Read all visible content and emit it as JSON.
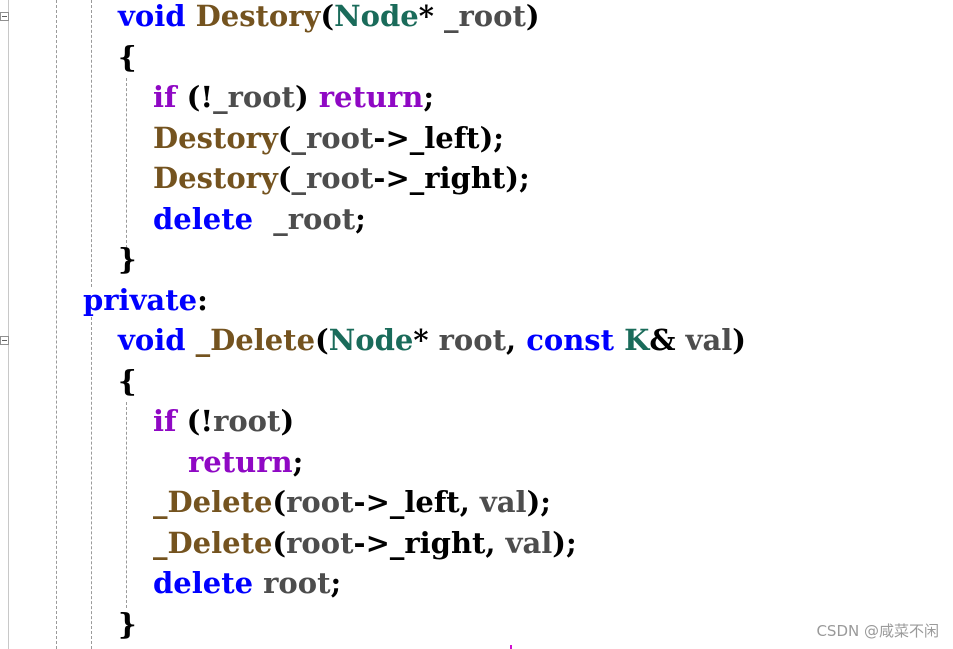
{
  "editor": {
    "lines": [
      {
        "indent": 1,
        "tokens": [
          {
            "t": "void",
            "c": "kw"
          },
          {
            "t": " "
          },
          {
            "t": "Destory",
            "c": "fn"
          },
          {
            "t": "("
          },
          {
            "t": "Node",
            "c": "tyd"
          },
          {
            "t": "* "
          },
          {
            "t": "_root",
            "c": "id"
          },
          {
            "t": ")"
          }
        ]
      },
      {
        "indent": 1,
        "tokens": [
          {
            "t": "{"
          }
        ]
      },
      {
        "indent": 2,
        "tokens": [
          {
            "t": "if",
            "c": "ctl"
          },
          {
            "t": " (!"
          },
          {
            "t": "_root",
            "c": "id"
          },
          {
            "t": ") "
          },
          {
            "t": "return",
            "c": "ctl"
          },
          {
            "t": ";"
          }
        ]
      },
      {
        "indent": 2,
        "tokens": [
          {
            "t": "Destory",
            "c": "fn"
          },
          {
            "t": "("
          },
          {
            "t": "_root",
            "c": "id"
          },
          {
            "t": "->_left);"
          }
        ]
      },
      {
        "indent": 2,
        "tokens": [
          {
            "t": "Destory",
            "c": "fn"
          },
          {
            "t": "("
          },
          {
            "t": "_root",
            "c": "id"
          },
          {
            "t": "->_right);"
          }
        ]
      },
      {
        "indent": 2,
        "tokens": [
          {
            "t": "delete",
            "c": "kw"
          },
          {
            "t": "  "
          },
          {
            "t": "_root",
            "c": "id"
          },
          {
            "t": ";"
          }
        ]
      },
      {
        "indent": 1,
        "tokens": [
          {
            "t": "}"
          }
        ]
      },
      {
        "indent": 0,
        "tokens": [
          {
            "t": "private",
            "c": "kw"
          },
          {
            "t": ":"
          }
        ]
      },
      {
        "indent": 1,
        "tokens": [
          {
            "t": "void",
            "c": "kw"
          },
          {
            "t": " "
          },
          {
            "t": "_Delete",
            "c": "fn"
          },
          {
            "t": "("
          },
          {
            "t": "Node",
            "c": "tyd"
          },
          {
            "t": "* "
          },
          {
            "t": "root",
            "c": "id"
          },
          {
            "t": ", "
          },
          {
            "t": "const",
            "c": "kw"
          },
          {
            "t": " "
          },
          {
            "t": "K",
            "c": "tyd"
          },
          {
            "t": "& "
          },
          {
            "t": "val",
            "c": "id"
          },
          {
            "t": ")"
          }
        ]
      },
      {
        "indent": 1,
        "tokens": [
          {
            "t": "{"
          }
        ]
      },
      {
        "indent": 2,
        "tokens": [
          {
            "t": "if",
            "c": "ctl"
          },
          {
            "t": " (!"
          },
          {
            "t": "root",
            "c": "id"
          },
          {
            "t": ")"
          }
        ]
      },
      {
        "indent": 3,
        "tokens": [
          {
            "t": "return",
            "c": "ctl"
          },
          {
            "t": ";"
          }
        ]
      },
      {
        "indent": 2,
        "tokens": [
          {
            "t": "_Delete",
            "c": "fn"
          },
          {
            "t": "("
          },
          {
            "t": "root",
            "c": "id"
          },
          {
            "t": "->_left, "
          },
          {
            "t": "val",
            "c": "id"
          },
          {
            "t": ");"
          }
        ]
      },
      {
        "indent": 2,
        "tokens": [
          {
            "t": "_Delete",
            "c": "fn"
          },
          {
            "t": "("
          },
          {
            "t": "root",
            "c": "id"
          },
          {
            "t": "->_right, "
          },
          {
            "t": "val",
            "c": "id"
          },
          {
            "t": ");"
          }
        ]
      },
      {
        "indent": 2,
        "tokens": [
          {
            "t": "delete",
            "c": "kw"
          },
          {
            "t": " "
          },
          {
            "t": "root",
            "c": "id"
          },
          {
            "t": ";"
          }
        ]
      },
      {
        "indent": 1,
        "tokens": [
          {
            "t": "}"
          }
        ]
      }
    ]
  },
  "fold_markers": [
    "collapse-icon",
    "collapse-icon"
  ],
  "watermark": "CSDN @咸菜不闲",
  "colors": {
    "keyword": "#0000ff",
    "control": "#8f08c4",
    "function": "#74531f",
    "type": "#1a6b5a",
    "identifier": "#4d4d4d",
    "punctuation": "#000000"
  }
}
